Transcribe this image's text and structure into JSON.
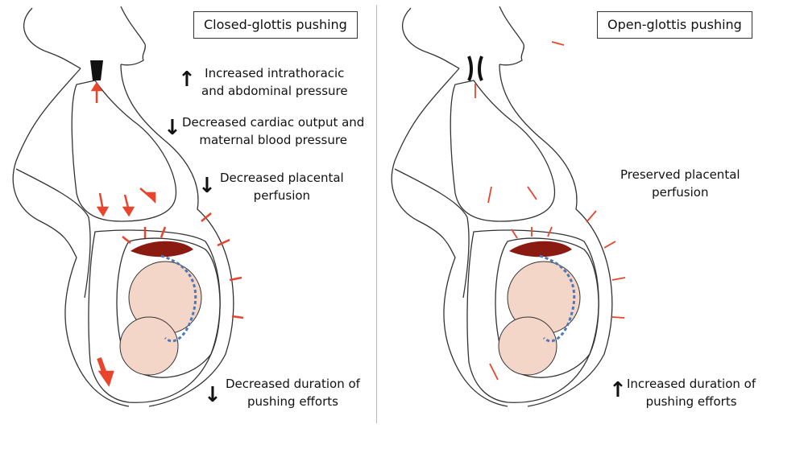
{
  "left": {
    "title": "Closed-glottis pushing",
    "annotations": [
      {
        "direction": "up",
        "lines": [
          "Increased intrathoracic",
          "and abdominal pressure"
        ]
      },
      {
        "direction": "down",
        "lines": [
          "Decreased cardiac output and",
          "maternal blood pressure"
        ]
      },
      {
        "direction": "down",
        "lines": [
          "Decreased placental",
          "perfusion"
        ]
      },
      {
        "direction": "down",
        "lines": [
          "Decreased duration of",
          "pushing efforts"
        ]
      }
    ]
  },
  "right": {
    "title": "Open-glottis pushing",
    "annotations": [
      {
        "direction": "none",
        "lines": [
          "Preserved placental",
          "perfusion"
        ]
      },
      {
        "direction": "up",
        "lines": [
          "Increased duration of",
          "pushing efforts"
        ]
      }
    ]
  },
  "icons": {
    "up": "up-arrow-icon",
    "down": "down-arrow-icon"
  },
  "colors": {
    "pressure_arrow": "#e8452c",
    "placenta": "#8b1a10",
    "fetus_skin": "#f4d6c8",
    "line": "#222222"
  }
}
